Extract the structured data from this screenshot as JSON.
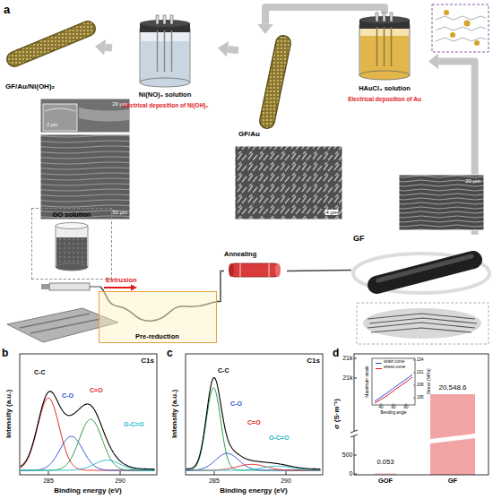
{
  "diagram": {
    "nodes": [
      {
        "text": [
          "GF/Au/Ni(OH)₂"
        ]
      },
      {
        "text": [
          "Ni(NO)₃ solution",
          "Electrical deposition of Ni(OH)₂"
        ]
      },
      {
        "text": [
          "GF/Au"
        ]
      },
      {
        "text": [
          "HAuCl₄ solution",
          "Electrical deposition of Au"
        ]
      },
      {
        "text": [
          "GF"
        ]
      },
      {
        "text": [
          "GO solution"
        ]
      },
      {
        "text": [
          "Pre-reduction"
        ]
      },
      {
        "text": [
          "Annealing"
        ]
      }
    ],
    "edges": [
      {
        "from": 4,
        "to": 3,
        "arrow": "to"
      },
      {
        "from": 3,
        "to": 2,
        "arrow": "to"
      },
      {
        "from": 2,
        "to": 1,
        "arrow": "to"
      },
      {
        "from": 1,
        "to": 0,
        "arrow": "to"
      },
      {
        "from": 6,
        "to": 7,
        "arrow": "none"
      },
      {
        "from": 7,
        "to": 4,
        "arrow": "none"
      }
    ],
    "labels": [
      "a",
      "2 μm",
      "20 μm",
      "50 μm",
      "4 μm",
      "20 μm",
      "Extrusion",
      "b",
      "C1s",
      "C-C",
      "C-O",
      "C=O",
      "O-C=O",
      "Intensity (a.u.)",
      "285",
      "290",
      "Binding energy (eV)",
      "c",
      "C1s",
      "C-C",
      "C-O",
      "C=O",
      "O-C=O",
      "Intensity (a.u.)",
      "285",
      "290",
      "Binding energy (eV)",
      "d",
      "21k",
      "21k",
      "500",
      "0",
      "σ (S·m⁻¹)",
      "0.053",
      "20,548.6",
      "GOF",
      "GF",
      "Maximum strain",
      "Stress (MPa)",
      "234",
      "221",
      "208",
      "195",
      "40",
      "60",
      "80",
      "Bending angle"
    ],
    "legend": [
      {
        "text": "strain curve"
      },
      {
        "text": "stress curve"
      }
    ]
  }
}
